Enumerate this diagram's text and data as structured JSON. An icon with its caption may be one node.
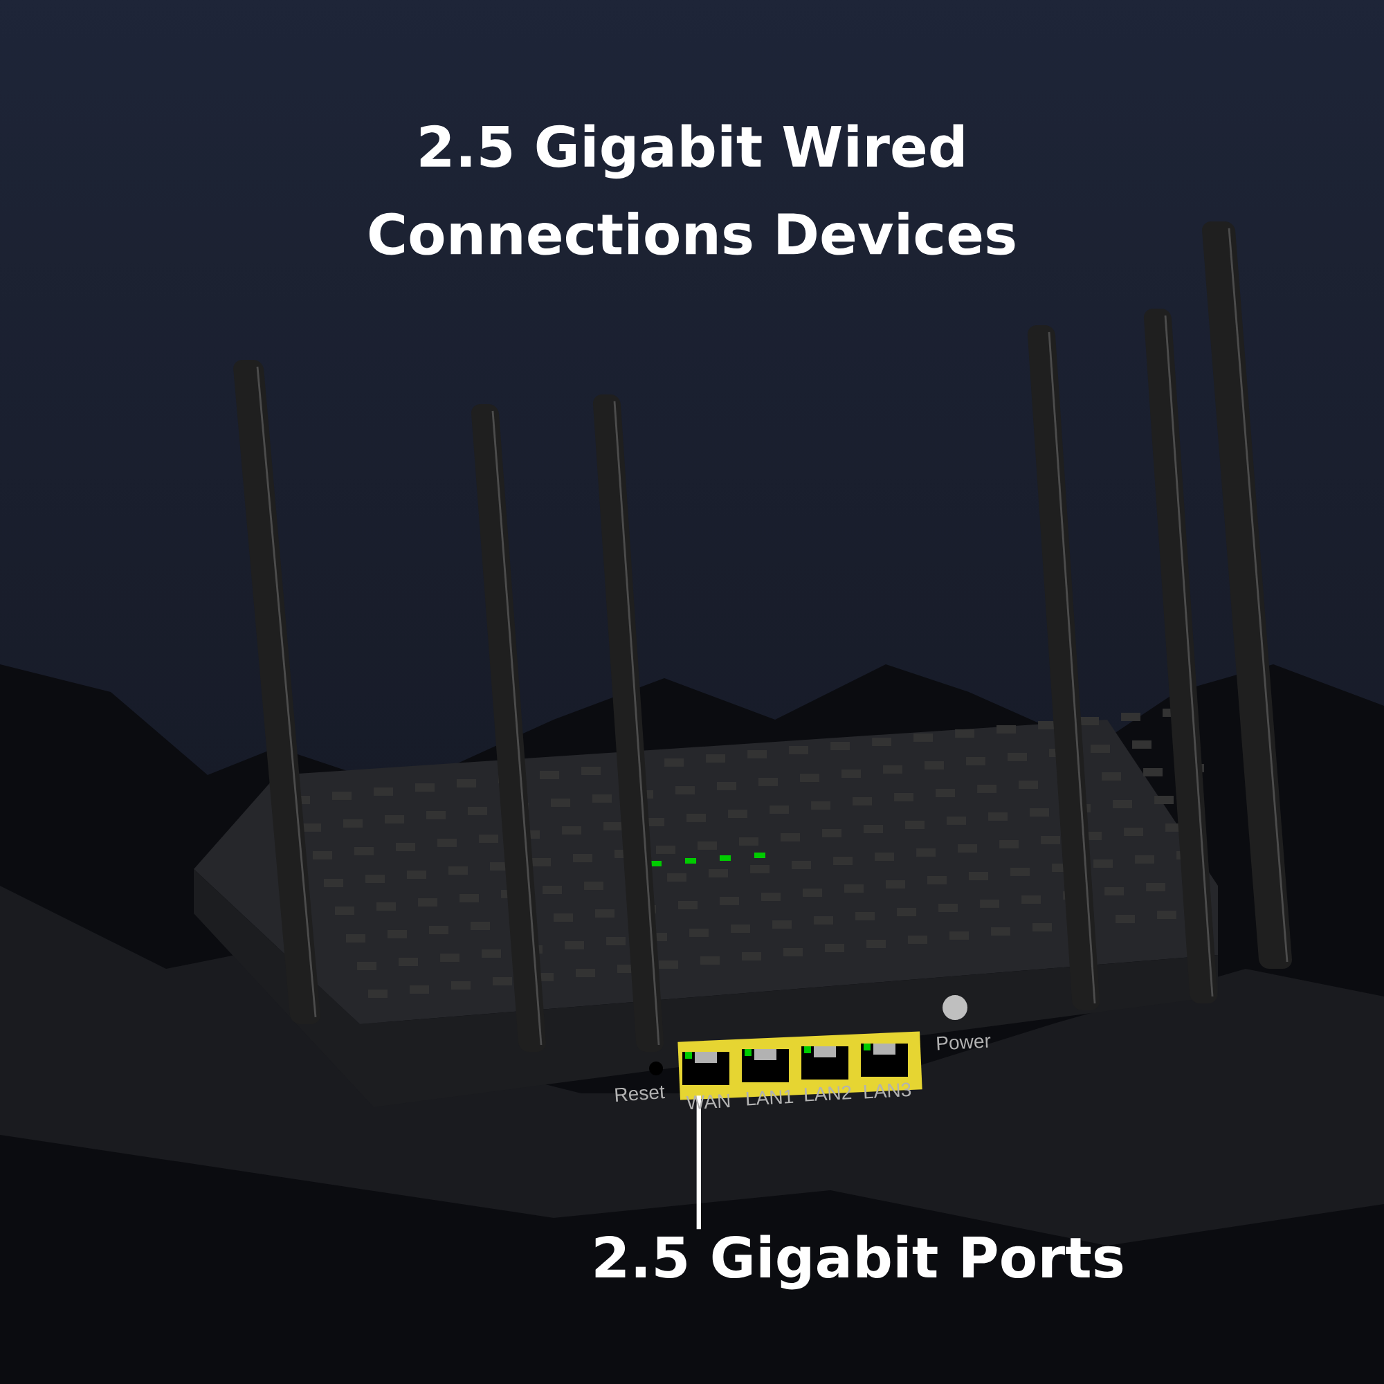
{
  "diagram": {
    "title": "2.5 Gigabit Wired Connections Devices",
    "nodes": [
      {
        "text": [
          "2.5 Gigabit Ports"
        ]
      },
      {
        "text": [],
        "shape": "box"
      }
    ],
    "edges": [
      {
        "from": 0,
        "to": 1,
        "arrow": "none"
      }
    ],
    "labels": [
      "Reset",
      "WAN",
      "LAN1",
      "LAN2",
      "LAN3",
      "Power"
    ]
  }
}
